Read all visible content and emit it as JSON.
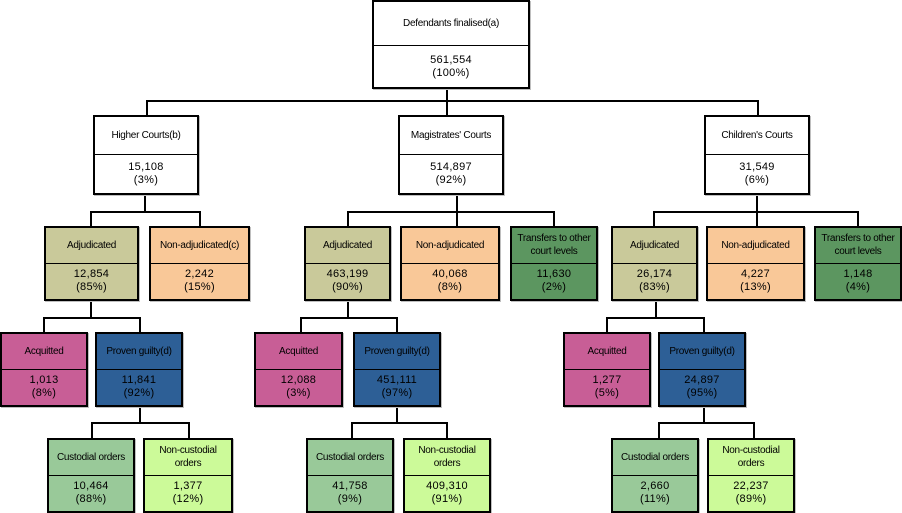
{
  "colors": {
    "white": "#ffffff",
    "adjudicated": "#c9c99a",
    "non_adjudicated": "#f9c898",
    "transfers": "#5c9660",
    "acquitted": "#c85e96",
    "proven_guilty": "#2d5f96",
    "custodial": "#99c999",
    "non_custodial": "#ccfa99"
  },
  "root": {
    "label": "Defendants finalised(a)",
    "value": "561,554",
    "pct": "(100%)"
  },
  "courts": [
    {
      "label": "Higher Courts(b)",
      "value": "15,108",
      "pct": "(3%)",
      "adjudicated": {
        "label": "Adjudicated",
        "value": "12,854",
        "pct": "(85%)"
      },
      "non_adjudicated": {
        "label": "Non-adjudicated(c)",
        "value": "2,242",
        "pct": "(15%)"
      },
      "acquitted": {
        "label": "Acquitted",
        "value": "1,013",
        "pct": "(8%)"
      },
      "proven_guilty": {
        "label": "Proven guilty(d)",
        "value": "11,841",
        "pct": "(92%)"
      },
      "custodial": {
        "label": "Custodial orders",
        "value": "10,464",
        "pct": "(88%)"
      },
      "non_custodial": {
        "label": "Non-custodial orders",
        "value": "1,377",
        "pct": "(12%)"
      }
    },
    {
      "label": "Magistrates' Courts",
      "value": "514,897",
      "pct": "(92%)",
      "adjudicated": {
        "label": "Adjudicated",
        "value": "463,199",
        "pct": "(90%)"
      },
      "non_adjudicated": {
        "label": "Non-adjudicated",
        "value": "40,068",
        "pct": "(8%)"
      },
      "transfers": {
        "label": "Transfers to other court levels",
        "value": "11,630",
        "pct": "(2%)"
      },
      "acquitted": {
        "label": "Acquitted",
        "value": "12,088",
        "pct": "(3%)"
      },
      "proven_guilty": {
        "label": "Proven guilty(d)",
        "value": "451,111",
        "pct": "(97%)"
      },
      "custodial": {
        "label": "Custodial orders",
        "value": "41,758",
        "pct": "(9%)"
      },
      "non_custodial": {
        "label": "Non-custodial orders",
        "value": "409,310",
        "pct": "(91%)"
      }
    },
    {
      "label": "Children's Courts",
      "value": "31,549",
      "pct": "(6%)",
      "adjudicated": {
        "label": "Adjudicated",
        "value": "26,174",
        "pct": "(83%)"
      },
      "non_adjudicated": {
        "label": "Non-adjudicated",
        "value": "4,227",
        "pct": "(13%)"
      },
      "transfers": {
        "label": "Transfers to other court levels",
        "value": "1,148",
        "pct": "(4%)"
      },
      "acquitted": {
        "label": "Acquitted",
        "value": "1,277",
        "pct": "(5%)"
      },
      "proven_guilty": {
        "label": "Proven guilty(d)",
        "value": "24,897",
        "pct": "(95%)"
      },
      "custodial": {
        "label": "Custodial orders",
        "value": "2,660",
        "pct": "(11%)"
      },
      "non_custodial": {
        "label": "Non-custodial orders",
        "value": "22,237",
        "pct": "(89%)"
      }
    }
  ]
}
